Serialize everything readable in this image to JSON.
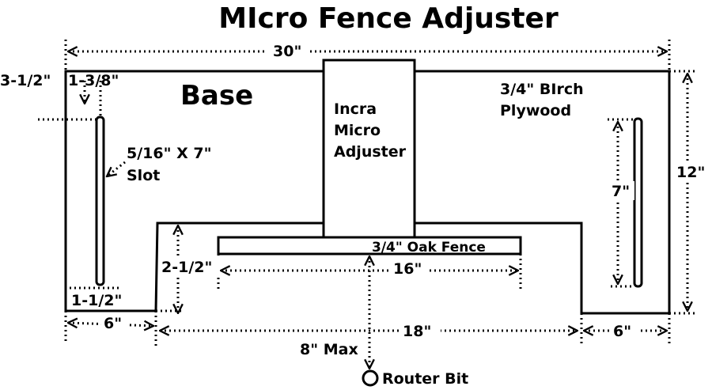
{
  "title": "MIcro Fence Adjuster",
  "base_label": "Base",
  "adjuster_label": [
    "Incra",
    "Micro",
    "Adjuster"
  ],
  "plywood_label": [
    "3/4\" BIrch",
    "Plywood"
  ],
  "slot_label": [
    "5/16\" X 7\"",
    "Slot"
  ],
  "fence_label": "3/4\" Oak Fence",
  "router_label": "Router Bit",
  "dimensions": {
    "overall_width": "30\"",
    "overall_depth": "12\"",
    "slot_top_offset": "3-1/2\"",
    "slot_inset": "1-3/8\"",
    "slot_length": "7\"",
    "cutout_depth": "2-1/2\"",
    "bottom_margin": "1-1/2\"",
    "left_tab": "6\"",
    "right_tab": "6\"",
    "cutout_width": "18\"",
    "fence_width": "16\"",
    "max_travel": "8\" Max"
  },
  "colors": {
    "line": "#000000",
    "background": "#ffffff"
  }
}
